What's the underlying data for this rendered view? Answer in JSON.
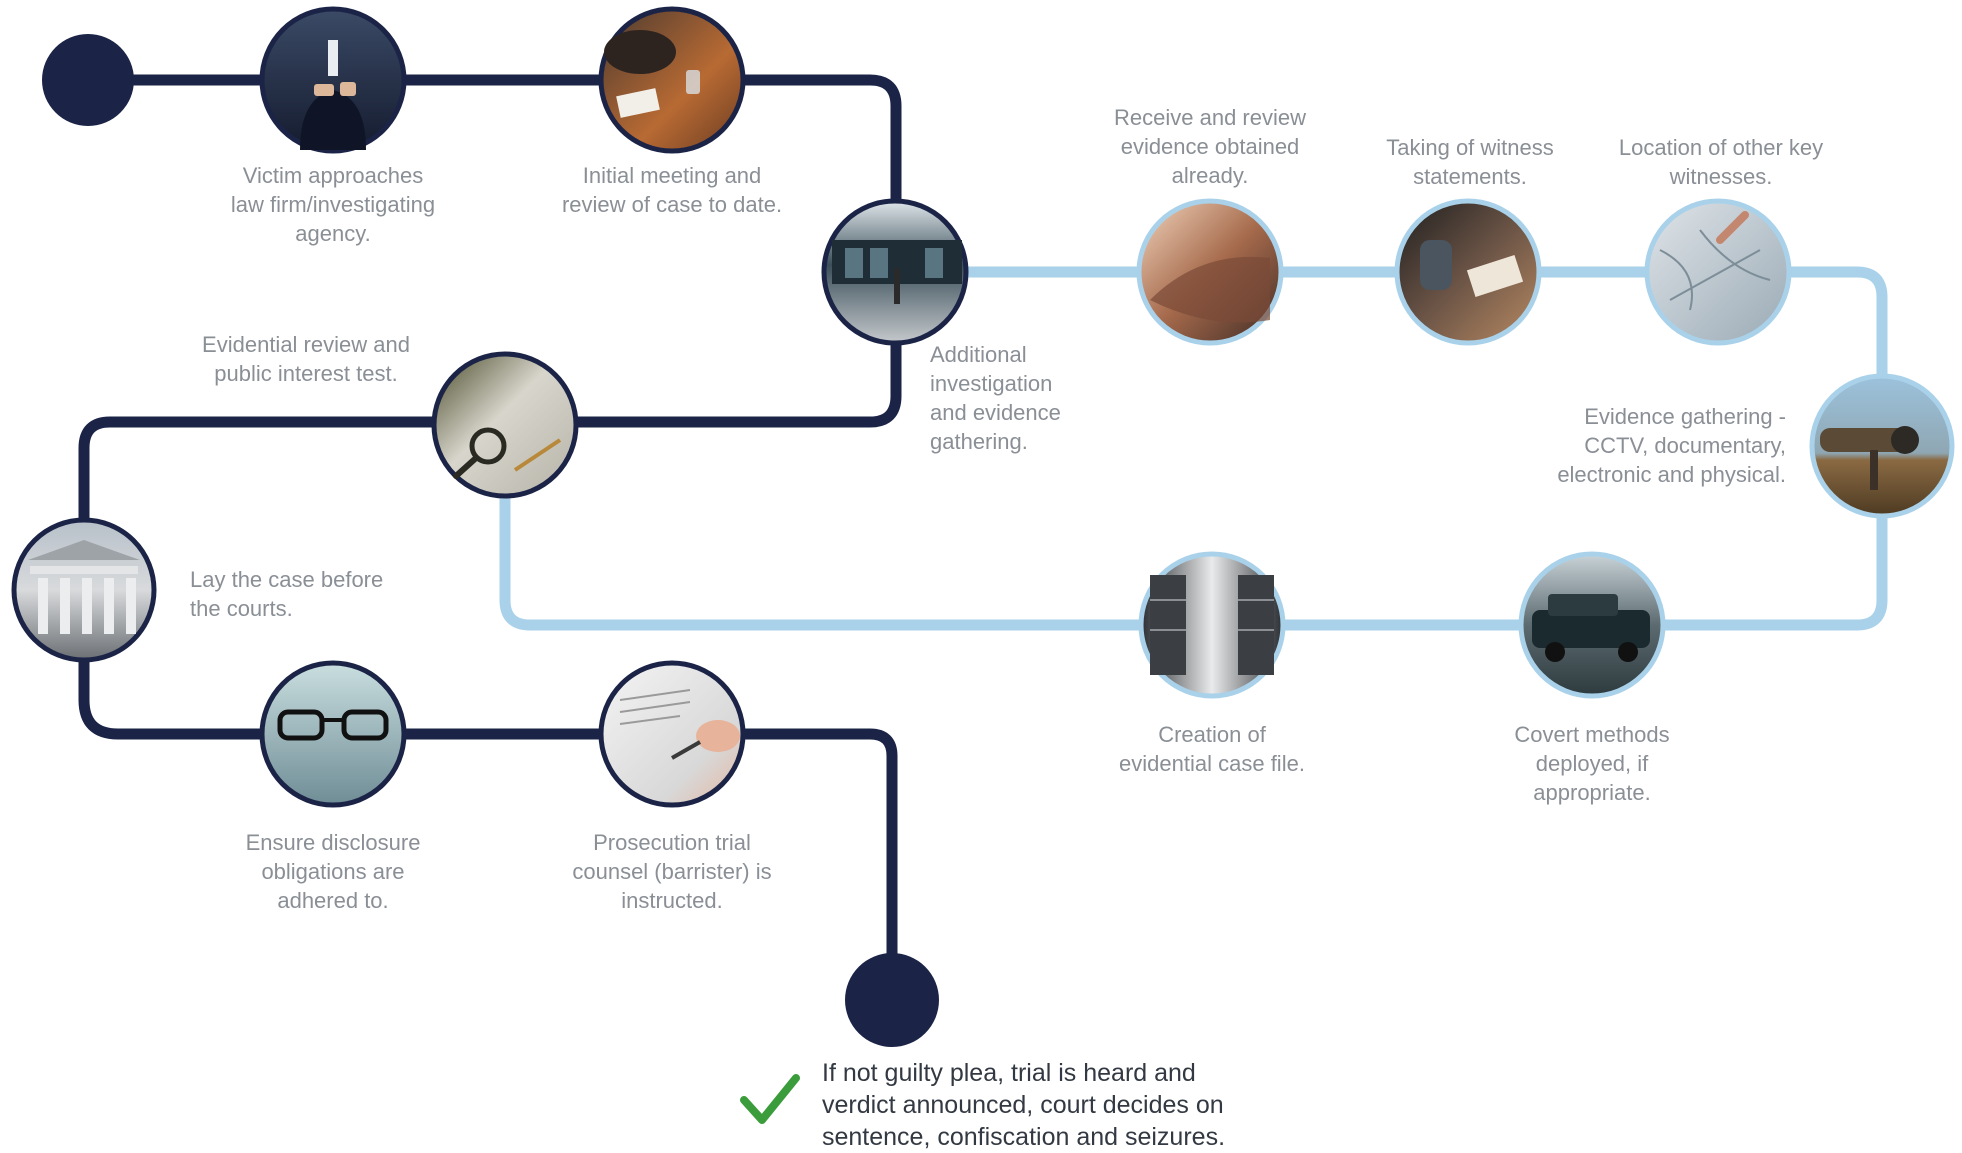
{
  "colors": {
    "dark_path": "#1b2447",
    "light_path": "#a9d2ea",
    "label_text": "#8a8f96",
    "check": "#3a9c3a"
  },
  "steps": [
    {
      "id": "victim",
      "icon": "businessman-phone-photo",
      "label": "Victim approaches\nlaw firm/investigating\nagency."
    },
    {
      "id": "initial-meeting",
      "icon": "meeting-table-photo",
      "label": "Initial meeting and\nreview of case to date."
    },
    {
      "id": "additional-investigation",
      "icon": "building-photo",
      "label": "Additional\ninvestigation\nand evidence\ngathering."
    },
    {
      "id": "receive-evidence",
      "icon": "documents-photo",
      "label": "Receive and review\nevidence obtained\nalready."
    },
    {
      "id": "witness-statements",
      "icon": "writing-statement-photo",
      "label": "Taking of witness\nstatements."
    },
    {
      "id": "key-witnesses",
      "icon": "map-search-photo",
      "label": "Location of other key\nwitnesses."
    },
    {
      "id": "evidence-gathering",
      "icon": "binoculars-photo",
      "label": "Evidence gathering -\nCCTV, documentary,\nelectronic and physical."
    },
    {
      "id": "covert-methods",
      "icon": "vehicle-photo",
      "label": "Covert methods\ndeployed, if\nappropriate."
    },
    {
      "id": "case-file",
      "icon": "archive-shelves-photo",
      "label": "Creation of\nevidential case file."
    },
    {
      "id": "evidential-review",
      "icon": "magnifying-glass-photo",
      "label": "Evidential review and\npublic interest test."
    },
    {
      "id": "lay-case",
      "icon": "courthouse-photo",
      "label": "Lay the case before\nthe courts."
    },
    {
      "id": "disclosure",
      "icon": "glasses-photo",
      "label": "Ensure disclosure\nobligations are\nadhered to."
    },
    {
      "id": "prosecution-counsel",
      "icon": "signing-document-photo",
      "label": "Prosecution trial\ncounsel (barrister) is\ninstructed."
    }
  ],
  "final": {
    "icon": "checkmark-icon",
    "text": "If not guilty plea, trial is heard and\nverdict announced, court decides on\nsentence, confiscation and seizures."
  }
}
